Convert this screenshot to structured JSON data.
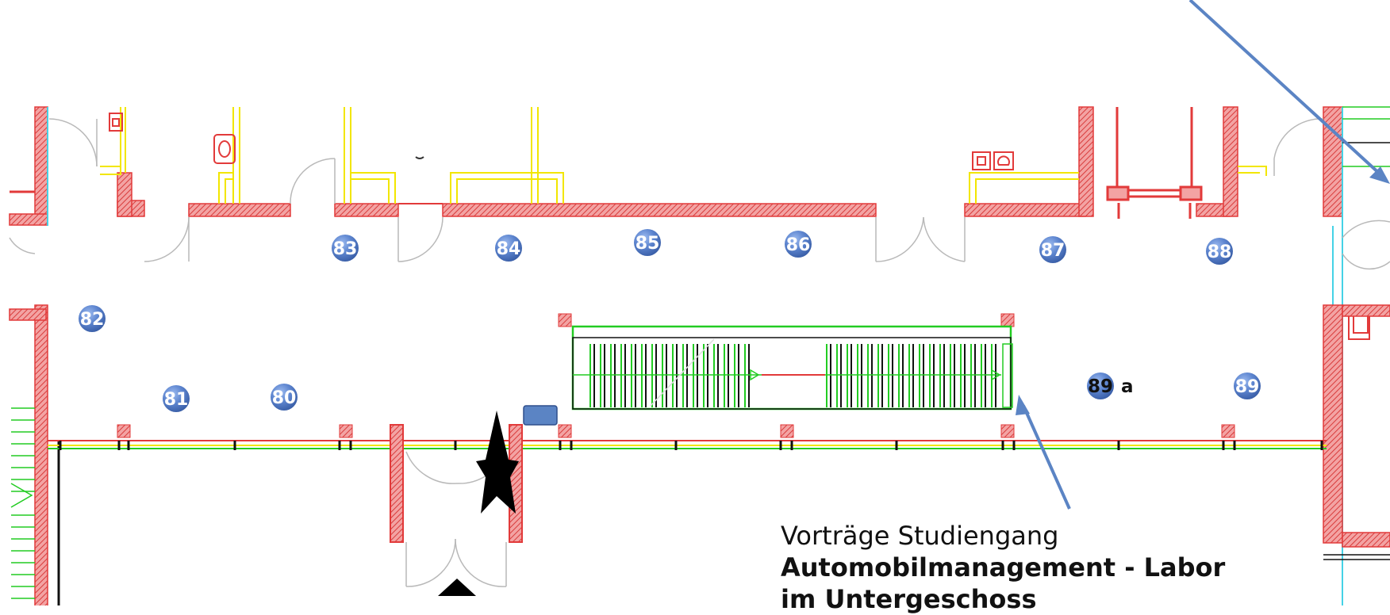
{
  "room_markers": [
    {
      "id": "m83",
      "number": "83"
    },
    {
      "id": "m84",
      "number": "84"
    },
    {
      "id": "m85",
      "number": "85"
    },
    {
      "id": "m86",
      "number": "86"
    },
    {
      "id": "m87",
      "number": "87"
    },
    {
      "id": "m88",
      "number": "88"
    },
    {
      "id": "m82",
      "number": "82"
    },
    {
      "id": "m81",
      "number": "81"
    },
    {
      "id": "m80",
      "number": "80"
    },
    {
      "id": "m89a",
      "number": "89",
      "suffix": "a"
    },
    {
      "id": "m89",
      "number": "89"
    }
  ],
  "caption": {
    "line1": "Vorträge Studiengang",
    "line2": "Automobilmanagement - Labor",
    "line3": "im Untergeschoss"
  },
  "colors": {
    "wall_hatch": "#e8555a",
    "wall_outline": "#e23a3a",
    "yellow_fixture": "#f2e600",
    "green_line": "#22cc22",
    "door_arc": "#b9b9b9",
    "marker_blue": "#4d78c7",
    "arrow_blue": "#5b84c4",
    "cyan_line": "#45d2e6"
  },
  "icons": {
    "entrance": "star-icon",
    "direction": "triangle-up-icon",
    "pointer": "blue-rectangle-icon"
  }
}
